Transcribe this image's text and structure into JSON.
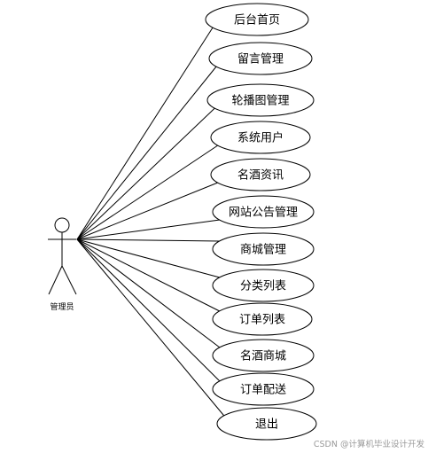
{
  "actor": {
    "label": "管理员",
    "icon": "stick-figure-icon"
  },
  "use_cases": [
    {
      "label": "后台首页"
    },
    {
      "label": "留言管理"
    },
    {
      "label": "轮播图管理"
    },
    {
      "label": "系统用户"
    },
    {
      "label": "名酒资讯"
    },
    {
      "label": "网站公告管理"
    },
    {
      "label": "商城管理"
    },
    {
      "label": "分类列表"
    },
    {
      "label": "订单列表"
    },
    {
      "label": "名酒商城"
    },
    {
      "label": "订单配送"
    },
    {
      "label": "退出"
    }
  ],
  "watermark": "CSDN @计算机毕业设计开发",
  "colors": {
    "line": "#000000",
    "fill": "#ffffff",
    "watermark": "#9a9a9a"
  }
}
